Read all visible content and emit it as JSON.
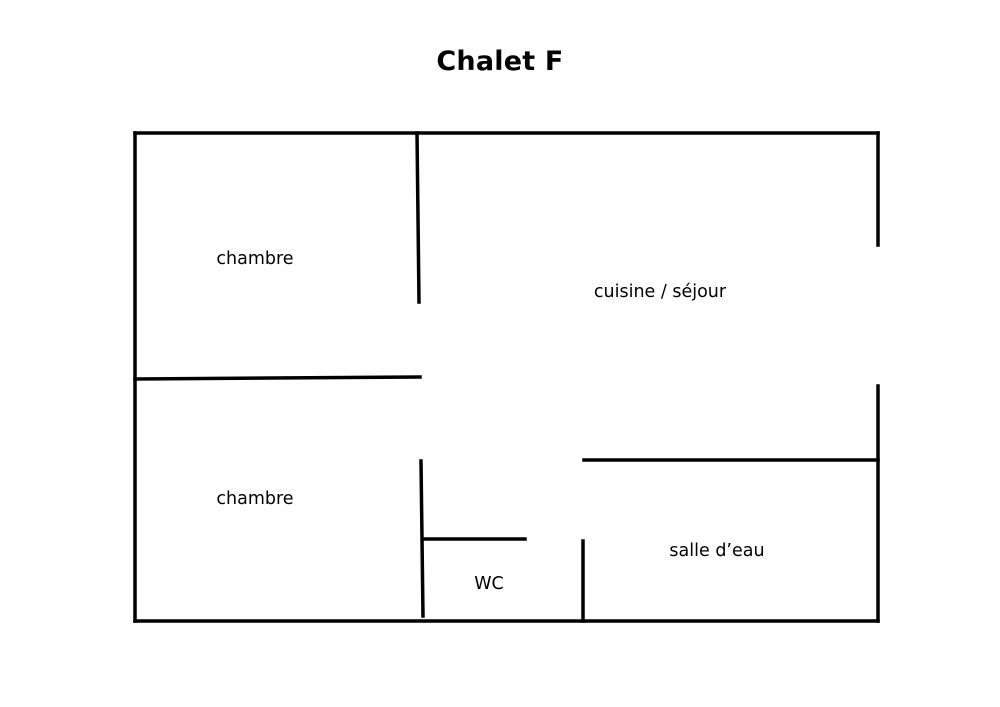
{
  "title": "Chalet F",
  "rooms": [
    {
      "name": "chambre"
    },
    {
      "name": "cuisine / séjour"
    },
    {
      "name": "chambre"
    },
    {
      "name": "WC"
    },
    {
      "name": "salle d’eau"
    }
  ],
  "colors": {
    "walls": "#000000",
    "background": "#ffffff",
    "text": "#000000"
  }
}
